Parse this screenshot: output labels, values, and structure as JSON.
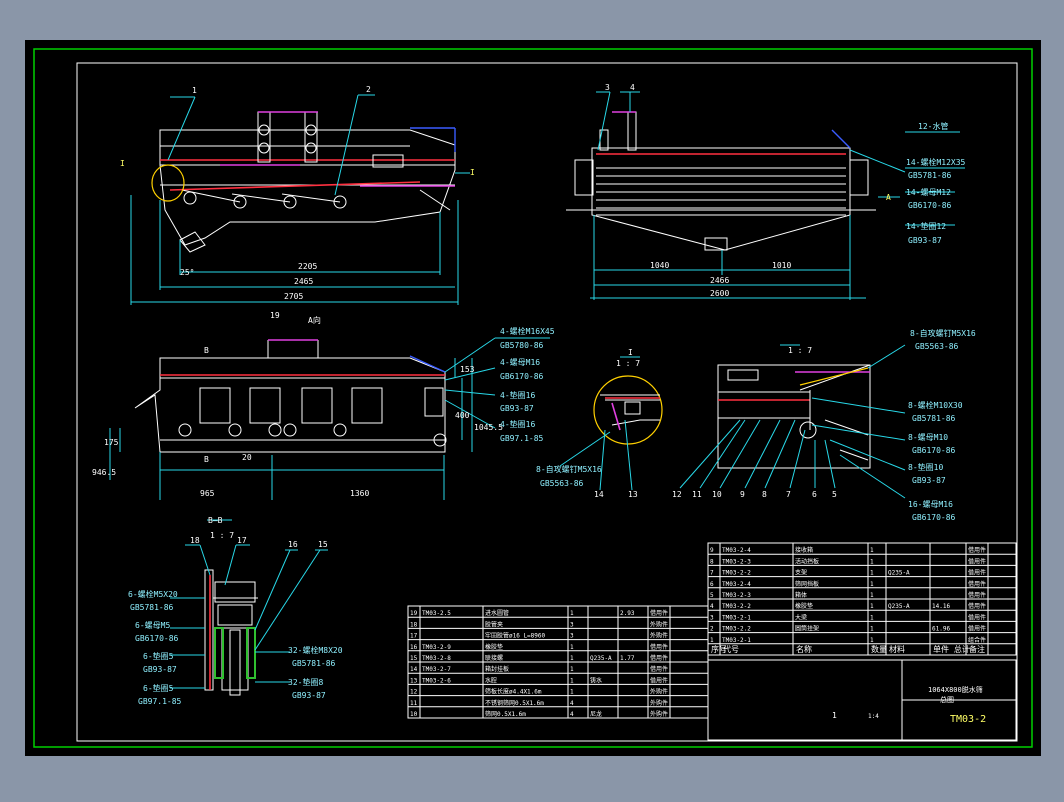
{
  "colors": {
    "background": "#8a96a8",
    "paper": "#000000",
    "frame": "#00d000",
    "line": "#ffffff",
    "dim": "#28d8e8",
    "red": "#ff3040",
    "magenta": "#e040e0",
    "yellow": "#ffd000",
    "blue": "#3a5cff"
  },
  "side_view": {
    "callouts": [
      "1",
      "2",
      "I",
      "I"
    ],
    "dims": [
      "2205",
      "2465",
      "2705",
      "25°"
    ]
  },
  "end_view": {
    "callouts": [
      "3",
      "4",
      "A"
    ],
    "dims": [
      "1040",
      "1010",
      "2466",
      "2600"
    ],
    "notes": [
      "12-水管",
      "14-螺栓M12X35",
      "GB5781-86",
      "14-螺母M12",
      "GB6170-86",
      "14-垫圈12",
      "GB93-87"
    ]
  },
  "plan_view": {
    "title": "A向",
    "callouts": [
      "19",
      "B",
      "B"
    ],
    "dims": [
      "153",
      "400",
      "1045.5",
      "175",
      "946.5",
      "20",
      "965",
      "1360"
    ],
    "notes": [
      "4-螺栓M16X45",
      "GB5780-86",
      "4-螺母M16",
      "GB6170-86",
      "4-垫圈16",
      "GB93-87",
      "4-垫圈16",
      "GB97.1-85"
    ]
  },
  "detail_I": {
    "title": "I",
    "scale": "1 : 7",
    "callouts": [
      "14",
      "13"
    ],
    "notes": [
      "8-自攻螺钉M5X16",
      "GB5563-86"
    ]
  },
  "detail_right": {
    "scale": "1 : 7",
    "callouts": [
      "12",
      "11",
      "10",
      "9",
      "8",
      "7",
      "6",
      "5"
    ],
    "notes": [
      "8-自攻螺钉M5X16",
      "GB5563-86",
      "8-螺栓M10X30",
      "GB5781-86",
      "8-螺母M10",
      "GB6170-86",
      "8-垫圈10",
      "GB93-87",
      "16-螺母M16",
      "GB6170-86"
    ]
  },
  "section_BB": {
    "title": "B—B",
    "scale": "1 : 7",
    "callouts": [
      "18",
      "17",
      "16",
      "15"
    ],
    "notes_left": [
      "6-螺栓M5X20",
      "GB5781-86",
      "6-螺母M5",
      "GB6170-86",
      "6-垫圈5",
      "GB93-87",
      "6-垫圈5",
      "GB97.1-85"
    ],
    "notes_right": [
      "32-螺栓M8X20",
      "GB5781-86",
      "32-垫圈8",
      "GB93-87"
    ]
  },
  "bom_left": {
    "rows": [
      [
        "19",
        "TM03-2.5",
        "进水圆管",
        "1",
        "",
        "2.93",
        "借用件"
      ],
      [
        "18",
        "",
        "胶管夹",
        "3",
        "",
        "",
        "外购件"
      ],
      [
        "17",
        "",
        "牢固胶管ø16  L=8960",
        "3",
        "",
        "",
        "外购件"
      ],
      [
        "16",
        "TM03-2-9",
        "橡胶垫",
        "1",
        "",
        "",
        "借用件"
      ],
      [
        "15",
        "TM03-2-8",
        "联接螺",
        "1",
        "Q235-A",
        "1.77",
        "借用件"
      ],
      [
        "14",
        "TM03-2-7",
        "箱封挂板",
        "1",
        "",
        "",
        "借用件"
      ],
      [
        "13",
        "TM03-2-6",
        "水腔",
        "1",
        "铸水",
        "",
        "借用件"
      ],
      [
        "12",
        "",
        "筛板长度ø4.4X1.6m",
        "1",
        "",
        "",
        "外购件"
      ],
      [
        "11",
        "",
        "不锈钢筛网0.5X1.6m",
        "4",
        "",
        "",
        "外购件"
      ],
      [
        "10",
        "",
        "筛网0.5X1.6m",
        "4",
        "尼龙",
        "",
        "外购件"
      ]
    ]
  },
  "bom_right": {
    "rows": [
      [
        "9",
        "TM03-2-4",
        "接收箱",
        "1",
        "",
        "",
        "借用件"
      ],
      [
        "8",
        "TM03-2-3",
        "活动挡板",
        "1",
        "",
        "",
        "借用件"
      ],
      [
        "7",
        "TM03-2-2",
        "支架",
        "1",
        "Q235-A",
        "",
        "借用件"
      ],
      [
        "6",
        "TM03-2-4",
        "筛网挡板",
        "1",
        "",
        "",
        "借用件"
      ],
      [
        "5",
        "TM03-2-3",
        "箱体",
        "1",
        "",
        "",
        "借用件"
      ],
      [
        "4",
        "TM03-2-2",
        "橡胶垫",
        "1",
        "Q235-A",
        "14.16",
        "借用件"
      ],
      [
        "3",
        "TM03-2-1",
        "大梁",
        "1",
        "",
        "",
        "借用件"
      ],
      [
        "2",
        "TM03-2.2",
        "圆筒挂架",
        "1",
        "",
        "61.96",
        "借用件"
      ],
      [
        "1",
        "TM03-2-1",
        "",
        "1",
        "",
        "",
        "组合件"
      ]
    ],
    "header": [
      "序号",
      "代号",
      "名称",
      "数量",
      "材料",
      "单件 总计",
      "备注"
    ]
  },
  "title_block": {
    "name": "1064X800脱水筛",
    "sub": "总图",
    "scale": "1",
    "weight": "1:4",
    "code": "TM03-2"
  }
}
